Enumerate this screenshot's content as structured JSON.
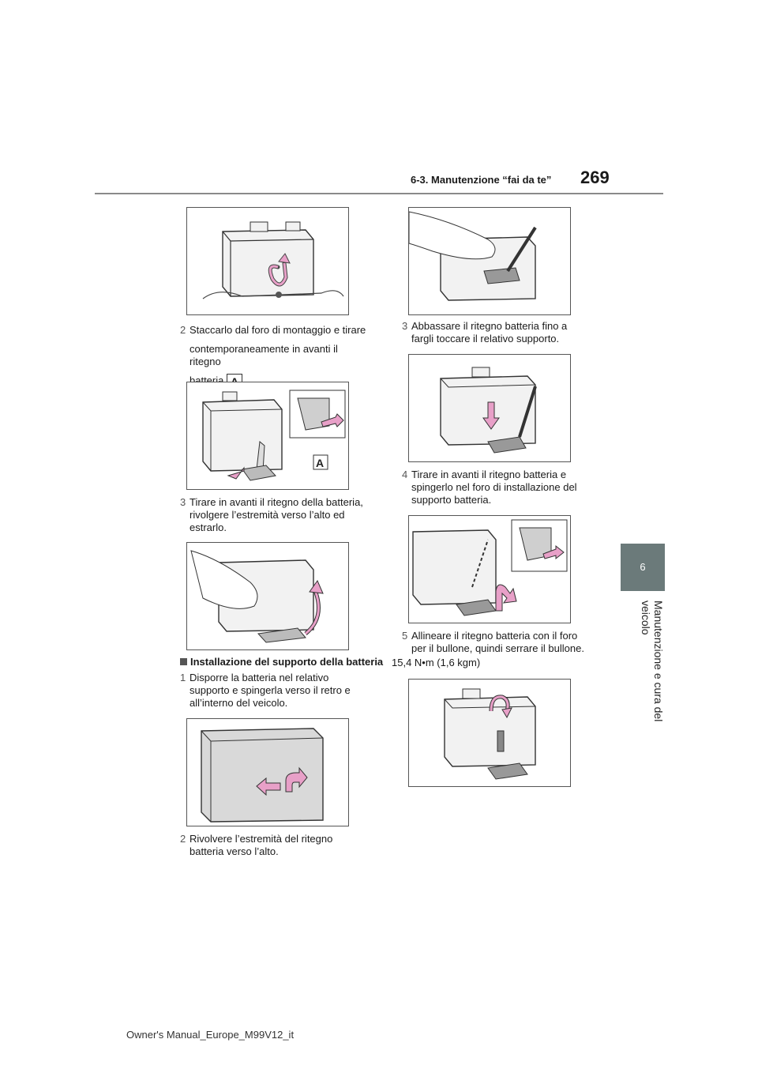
{
  "header": {
    "page_number": "269",
    "section_title": "6-3. Manutenzione “fai da te”"
  },
  "side_tab": {
    "chapter_number": "6",
    "chapter_title": "Manutenzione e cura del veicolo"
  },
  "left_column": {
    "step_2a": {
      "num": "2",
      "text_1": "Staccarlo dal foro di montaggio e tirare",
      "text_2": "contemporaneamente in avanti il ritegno",
      "text_3": "batteria",
      "badge": "A",
      "suffix": "."
    },
    "figure_label_a": "A",
    "step_3a": {
      "num": "3",
      "text": "Tirare in avanti il ritegno della batteria, rivolgere l’estremità verso l’alto ed estrarlo."
    },
    "subheading": "Installazione del supporto della batteria",
    "step_1": {
      "num": "1",
      "text": "Disporre la batteria nel relativo supporto e spingerla verso il retro e all’interno del veicolo."
    },
    "step_2b": {
      "num": "2",
      "text": "Rivolvere l’estremità del ritegno batteria verso l’alto."
    }
  },
  "right_column": {
    "step_3b": {
      "num": "3",
      "text": "Abbassare il ritegno batteria fino a fargli toccare il relativo supporto."
    },
    "step_4": {
      "num": "4",
      "text": "Tirare in avanti il ritegno batteria e spingerlo nel foro di installazione del supporto batteria."
    },
    "step_5": {
      "num": "5",
      "text": "Allineare il ritegno batteria con il foro per il bullone, quindi serrare il bullone."
    },
    "torque": "15,4 N•m (1,6 kgm)"
  },
  "footer": {
    "text": "Owner's Manual_Europe_M99V12_it"
  },
  "colors": {
    "arrow_pink": "#e8a0c8",
    "tab_grey": "#6b7a7a"
  }
}
